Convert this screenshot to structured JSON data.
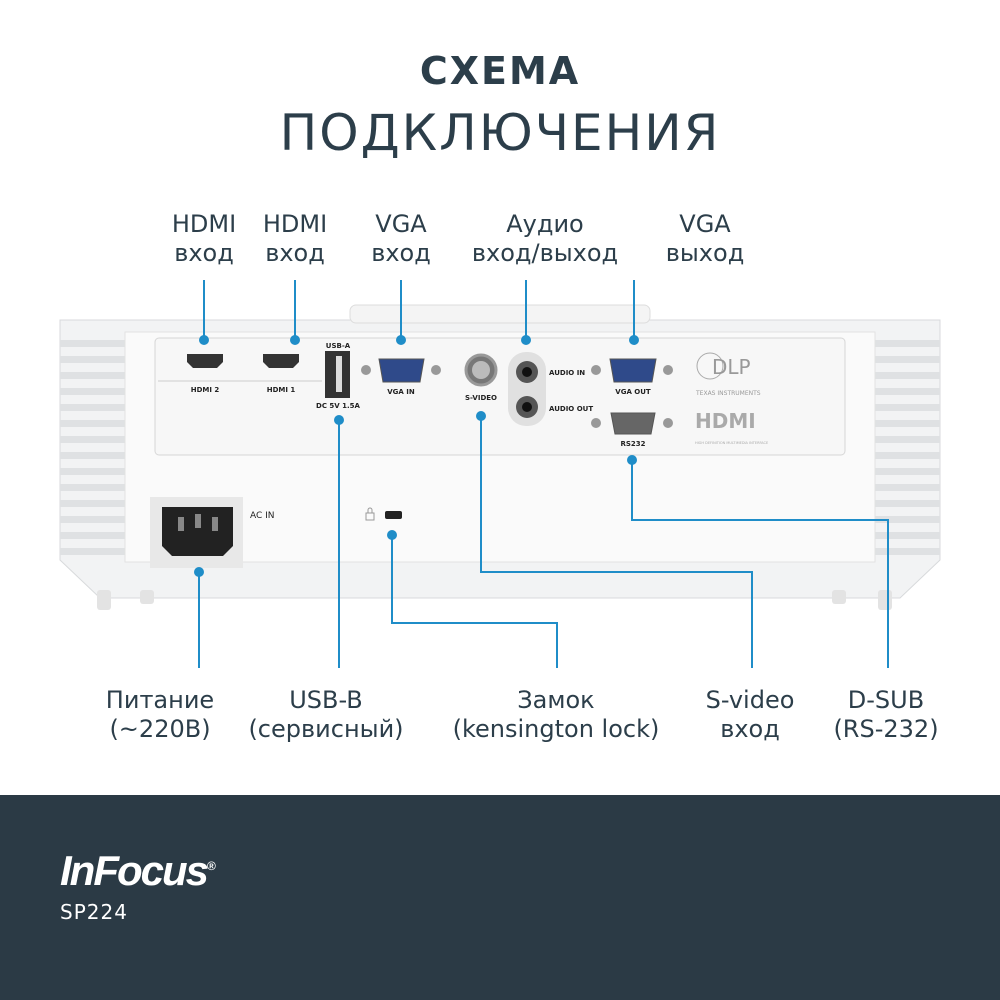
{
  "title": {
    "line1": "СХЕМА",
    "line2": "ПОДКЛЮЧЕНИЯ"
  },
  "top_labels": [
    {
      "l1": "HDMI",
      "l2": "вход"
    },
    {
      "l1": "HDMI",
      "l2": "вход"
    },
    {
      "l1": "VGA",
      "l2": "вход"
    },
    {
      "l1": "Аудио",
      "l2": "вход/выход"
    },
    {
      "l1": "VGA",
      "l2": "выход"
    }
  ],
  "bottom_labels": [
    {
      "l1": "Питание",
      "l2": "(~220В)"
    },
    {
      "l1": "USB-B",
      "l2": "(сервисный)"
    },
    {
      "l1": "Замок",
      "l2": "(kensington lock)"
    },
    {
      "l1": "S-video",
      "l2": "вход"
    },
    {
      "l1": "D-SUB",
      "l2": "(RS-232)"
    }
  ],
  "panel": {
    "hdmi2": "HDMI 2",
    "hdmi1": "HDMI 1",
    "usb_a": "USB-A",
    "usb_dc": "DC 5V 1.5A",
    "vga_in": "VGA IN",
    "svideo": "S-VIDEO",
    "audio_in": "AUDIO IN",
    "audio_out": "AUDIO OUT",
    "vga_out": "VGA OUT",
    "rs232": "RS232",
    "ac_in": "AC IN",
    "dlp": "DLP",
    "ti": "TEXAS INSTRUMENTS",
    "hdmi_logo": "HDMI",
    "hdmi_sub": "HIGH DEFINITION MULTIMEDIA INTERFACE"
  },
  "footer": {
    "brand": "InFocus",
    "model": "SP224"
  },
  "colors": {
    "accent": "#1f8dc8",
    "text": "#2c3e4a",
    "footer_bg": "#2b3a45"
  }
}
